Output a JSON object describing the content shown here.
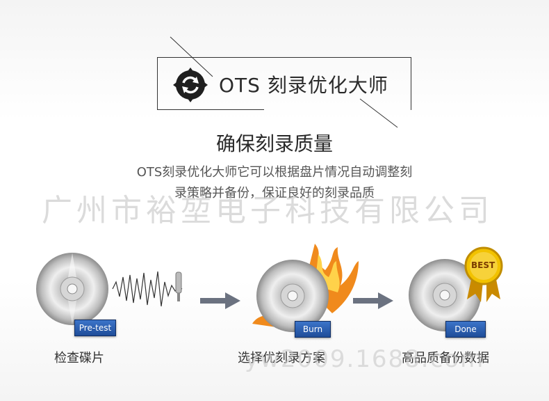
{
  "header": {
    "title": "OTS 刻录优化大师",
    "logo_icon": "refresh-cycle-icon"
  },
  "section": {
    "heading": "确保刻录质量",
    "description_line1": "OTS刻录优化大师它可以根据盘片情况自动调整刻",
    "description_line2": "录策略并备份，保证良好的刻录品质"
  },
  "watermark": {
    "company": "广州市裕堃电子科技有限公司",
    "site": "yw2009.1688.com"
  },
  "steps": [
    {
      "tag": "Pre-test",
      "label": "检查碟片",
      "icon": "disc-waveform-icon"
    },
    {
      "tag": "Burn",
      "label": "选择优刻录方案",
      "icon": "disc-fire-icon"
    },
    {
      "tag": "Done",
      "label": "高品质备份数据",
      "icon": "disc-best-medal-icon",
      "badge": "BEST"
    }
  ],
  "colors": {
    "tag_blue": "#2a5db0",
    "arrow_gray": "#6b7280",
    "fire_orange": "#f08a1c",
    "medal_gold": "#e8b400"
  }
}
